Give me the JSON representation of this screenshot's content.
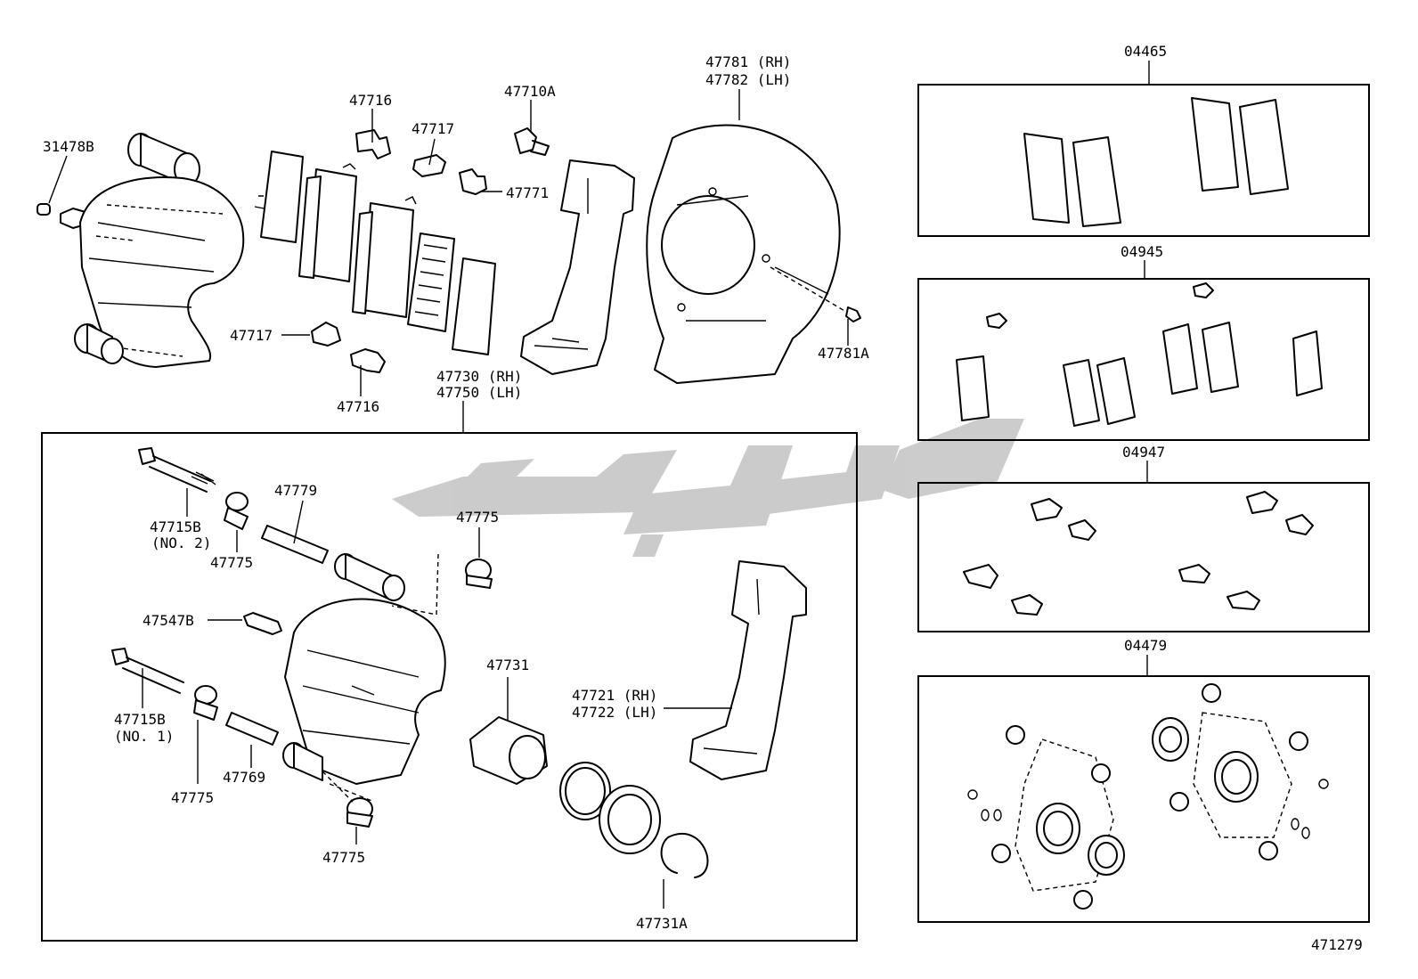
{
  "diagram_id": "471279",
  "watermark": {
    "color": "#c6c6c6"
  },
  "labels": {
    "p31478B": "31478B",
    "p47716_top": "47716",
    "p47717_top": "47717",
    "p47710A": "47710A",
    "p47771": "47771",
    "p47781_rh": "47781 (RH)",
    "p47782_lh": "47782 (LH)",
    "p47717_mid": "47717",
    "p47716_mid": "47716",
    "p47781A": "47781A",
    "p47730_rh": "47730 (RH)",
    "p47750_lh": "47750 (LH)",
    "p47715B_2": "47715B",
    "no2": "(NO. 2)",
    "p47775_a": "47775",
    "p47779": "47779",
    "p47775_b": "47775",
    "p47547B": "47547B",
    "p47715B_1": "47715B",
    "no1": "(NO. 1)",
    "p47775_c": "47775",
    "p47769": "47769",
    "p47775_d": "47775",
    "p47731": "47731",
    "p47721_rh": "47721 (RH)",
    "p47722_lh": "47722 (LH)",
    "p47731A": "47731A",
    "kit04465": "04465",
    "kit04945": "04945",
    "kit04947": "04947",
    "kit04479": "04479"
  }
}
